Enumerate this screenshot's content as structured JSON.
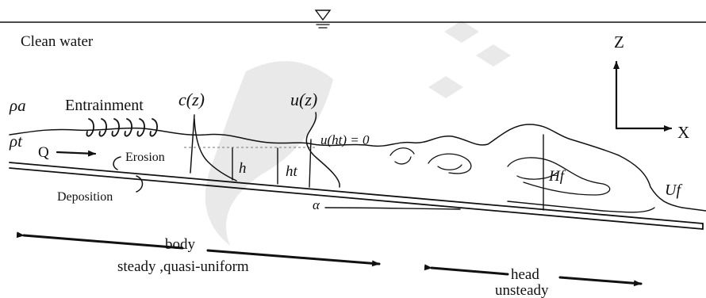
{
  "labels": {
    "clean_water": "Clean water",
    "rho_a": "ρa",
    "rho_t": "ρt",
    "entrainment": "Entrainment",
    "c_z": "c(z)",
    "u_z": "u(z)",
    "u_ht_zero": "u(ht) = 0",
    "q": "Q",
    "erosion": "Erosion",
    "deposition": "Deposition",
    "h": "h",
    "h_t": "ht",
    "h_f": "Hf",
    "u_f": "Uf",
    "alpha": "α",
    "axis_z": "Z",
    "axis_x": "X",
    "body": "body",
    "body_desc": "steady ,quasi-uniform",
    "head": "head",
    "head_desc": "unsteady"
  },
  "colors": {
    "line": "#111111",
    "watermark": "#cfcfcf"
  },
  "icons": {
    "water_surface": "inverted-triangle-water-level-symbol"
  }
}
